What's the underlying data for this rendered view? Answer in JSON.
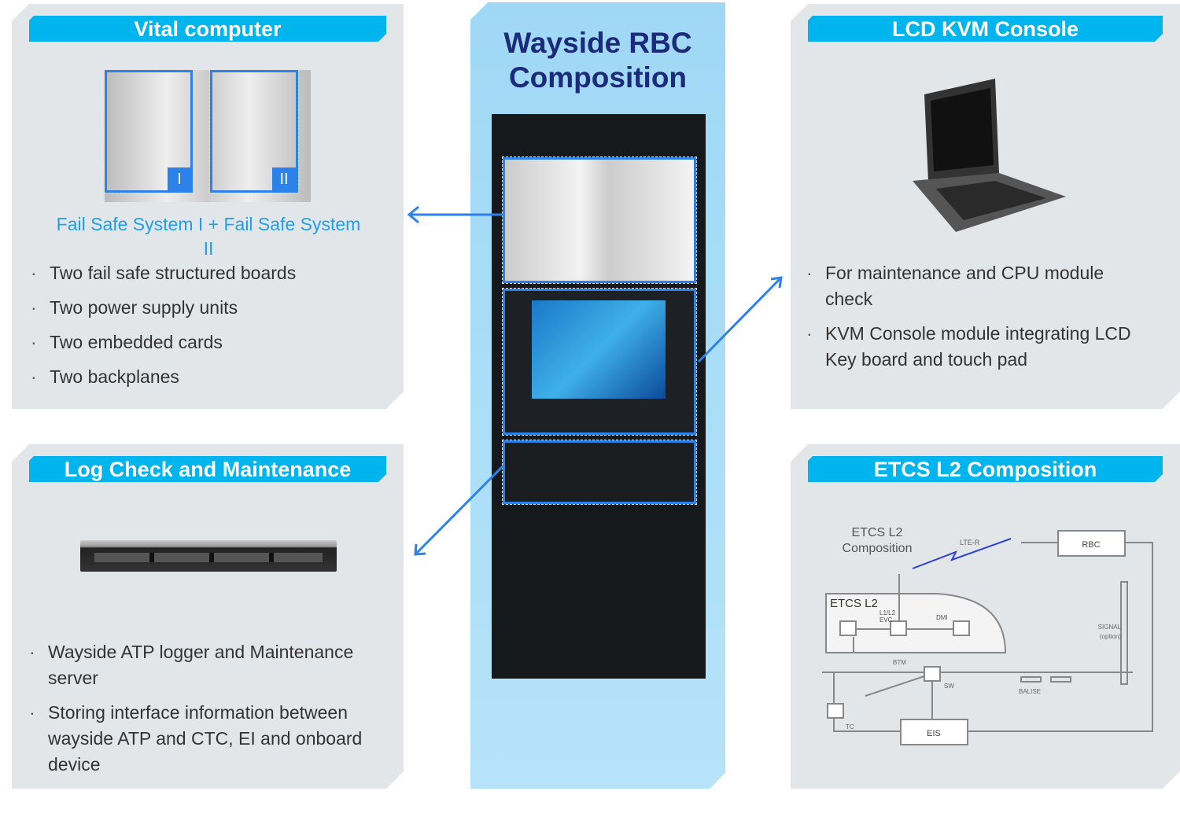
{
  "center": {
    "title_line1": "Wayside RBC",
    "title_line2": "Composition"
  },
  "vital": {
    "title": "Vital computer",
    "badges": [
      "I",
      "II"
    ],
    "subtitle": "Fail Safe System I + Fail Safe System II",
    "bullets": [
      "Two fail safe structured boards",
      "Two power supply units",
      "Two embedded cards",
      "Two backplanes"
    ]
  },
  "kvm": {
    "title": "LCD KVM Console",
    "bullets": [
      "For maintenance and CPU module check",
      "KVM Console module integrating LCD Key board and touch pad"
    ]
  },
  "log": {
    "title": "Log Check and Maintenance Server",
    "bullets": [
      "Wayside ATP logger and Maintenance server",
      "Storing interface information between wayside ATP and CTC, EI and onboard device"
    ]
  },
  "etcs": {
    "title": "ETCS L2 Composition",
    "diagram": {
      "caption_line1": "ETCS L2",
      "caption_line2": "Composition",
      "train": "ETCS L2",
      "evc_line1": "L1/L2",
      "evc_line2": "EVC",
      "dmi": "DMI",
      "btm": "BTM",
      "lte": "LTE-R",
      "rbc": "RBC",
      "signal_line1": "SIGNAL",
      "signal_line2": "(option)",
      "sw": "SW",
      "balise": "BALISE",
      "tc": "TC",
      "eis": "EIS"
    }
  },
  "colors": {
    "accent": "#00b4ee",
    "arrow": "#2c82e8",
    "title": "#1b2a7a",
    "panel": "#e3e6e9"
  }
}
